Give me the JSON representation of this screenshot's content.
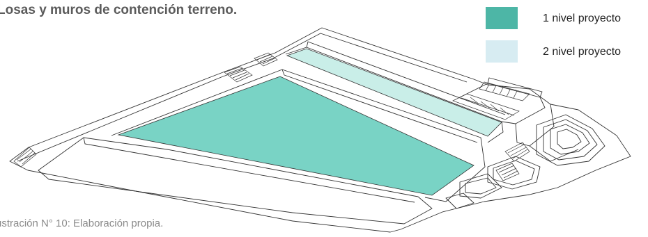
{
  "title": "Losas y muros de contención terreno.",
  "caption": "ustración N° 10: Elaboración propia.",
  "legend": {
    "items": [
      {
        "label": "1 nivel proyecto",
        "color": "#4db6a6"
      },
      {
        "label": "2 nivel proyecto",
        "color": "#d7ecf2"
      }
    ]
  },
  "areas": {
    "level_1_color": "#79d3c5",
    "level_2_color": "#c9eee8"
  }
}
